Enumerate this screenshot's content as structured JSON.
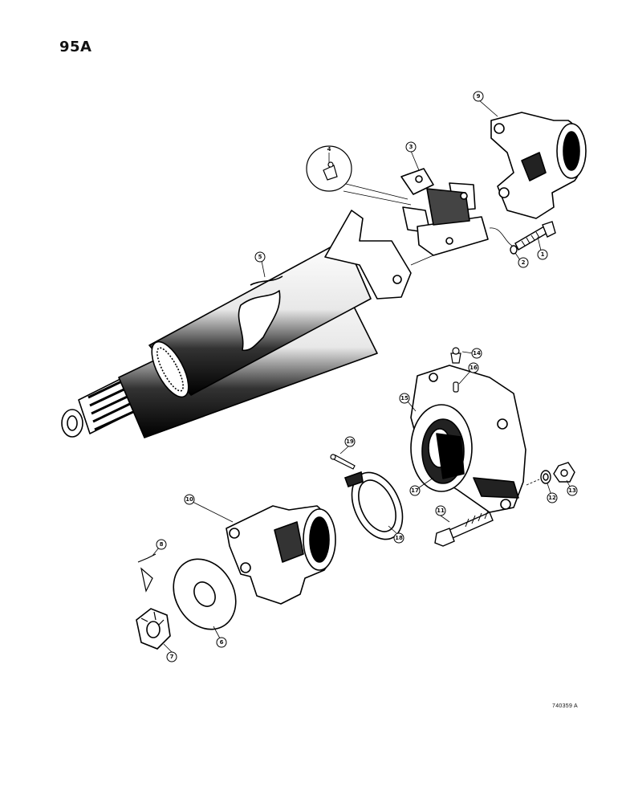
{
  "page_number": "95A",
  "figure_code": "740359 A",
  "callouts": [
    "1",
    "2",
    "3",
    "4",
    "5",
    "6",
    "7",
    "8",
    "9",
    "10",
    "11",
    "12",
    "13",
    "14",
    "15",
    "16",
    "17",
    "18",
    "19"
  ]
}
